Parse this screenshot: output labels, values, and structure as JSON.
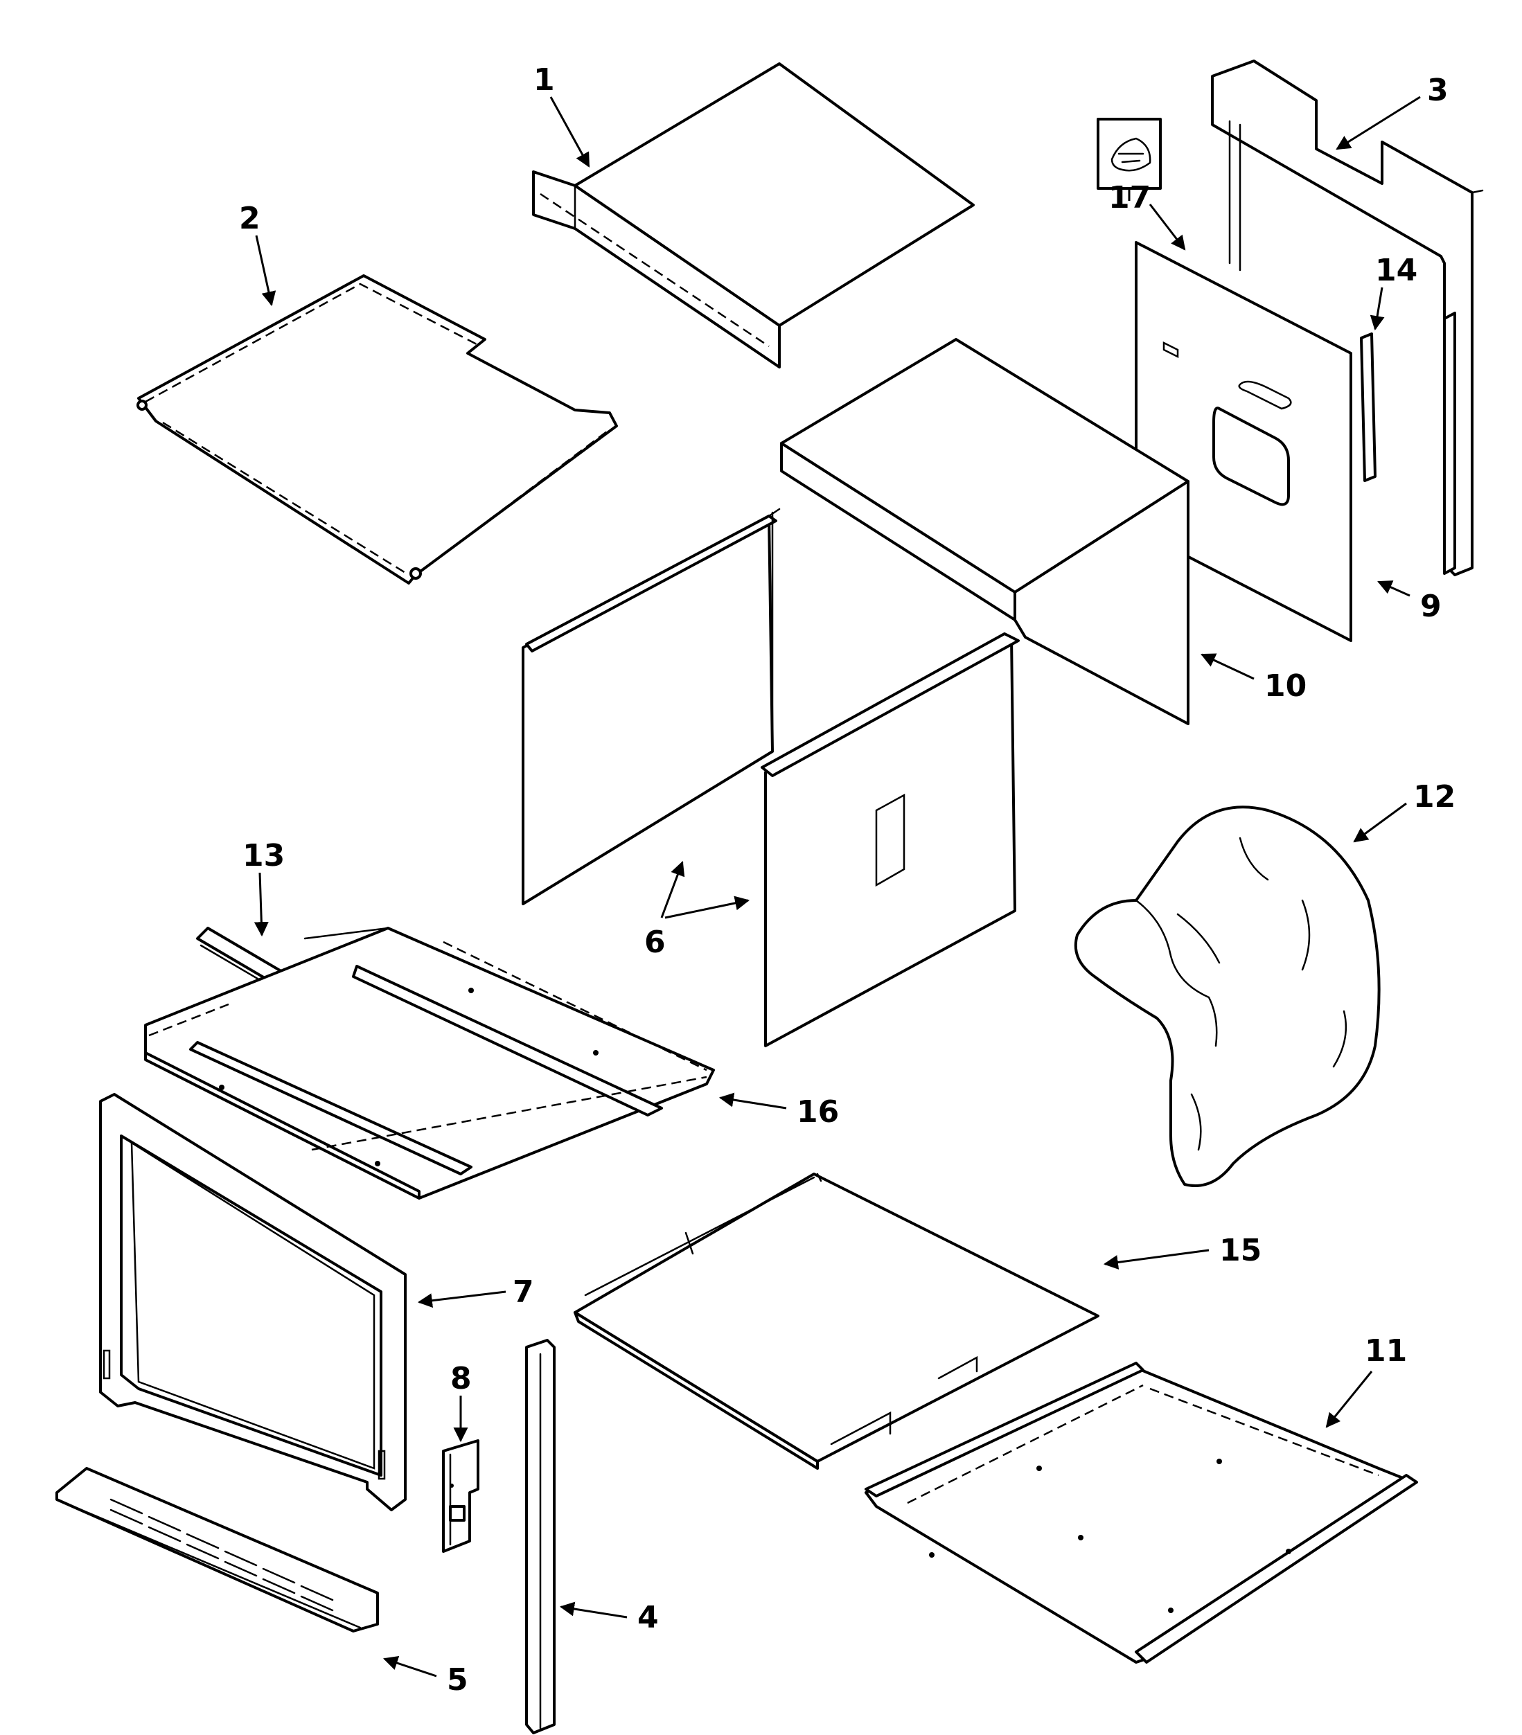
{
  "diagram": {
    "colors": {
      "line": "#000000",
      "background": "#ffffff"
    },
    "callouts": [
      {
        "id": "c1",
        "label": "1"
      },
      {
        "id": "c2",
        "label": "2"
      },
      {
        "id": "c3",
        "label": "3"
      },
      {
        "id": "c4",
        "label": "4"
      },
      {
        "id": "c5",
        "label": "5"
      },
      {
        "id": "c6",
        "label": "6"
      },
      {
        "id": "c7",
        "label": "7"
      },
      {
        "id": "c8",
        "label": "8"
      },
      {
        "id": "c9",
        "label": "9"
      },
      {
        "id": "c10",
        "label": "10"
      },
      {
        "id": "c11",
        "label": "11"
      },
      {
        "id": "c12",
        "label": "12"
      },
      {
        "id": "c13",
        "label": "13"
      },
      {
        "id": "c14",
        "label": "14"
      },
      {
        "id": "c15",
        "label": "15"
      },
      {
        "id": "c16",
        "label": "16"
      },
      {
        "id": "c17",
        "label": "17"
      }
    ]
  }
}
